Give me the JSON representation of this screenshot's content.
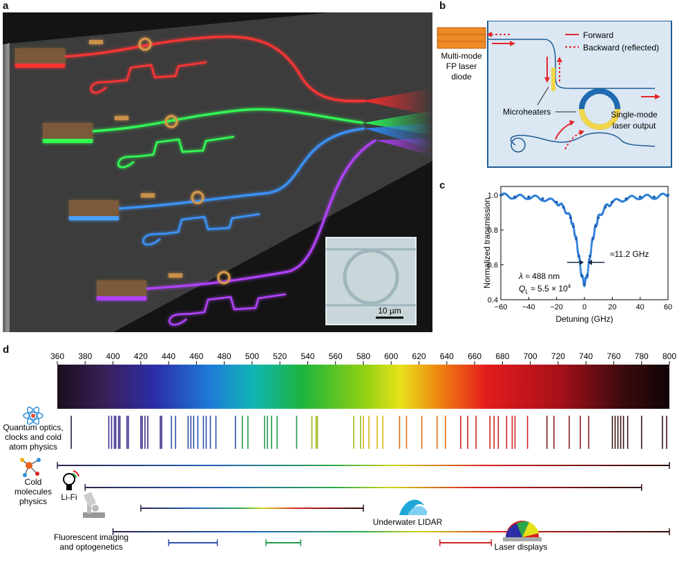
{
  "panels": {
    "a": "a",
    "b": "b",
    "c": "c",
    "d": "d"
  },
  "panel_a": {
    "scale_bar": "10 µm"
  },
  "panel_b": {
    "source_label_1": "Multi-mode",
    "source_label_2": "FP laser",
    "source_label_3": "diode",
    "legend_forward": "Forward",
    "legend_backward": "Backward (reflected)",
    "microheaters": "Microheaters",
    "output_1": "Single-mode",
    "output_2": "laser output",
    "colors": {
      "forward": "#e3262a",
      "panel_bg": "#dbe7f3",
      "border": "#1d5b93",
      "heater": "#f2d64a",
      "laser": "#f08a24"
    }
  },
  "chart_data": {
    "type": "scatter",
    "title": "",
    "xlabel": "Detuning (GHz)",
    "ylabel": "Normalized transmission",
    "xlim": [
      -60,
      60
    ],
    "ylim": [
      0.4,
      1.05
    ],
    "xticks": [
      "−60",
      "−40",
      "−20",
      "0",
      "20",
      "40",
      "60"
    ],
    "yticks": [
      "0.4",
      "0.6",
      "0.8",
      "1.0"
    ],
    "x": [
      -60,
      -50,
      -40,
      -30,
      -20,
      -15,
      -10,
      -8,
      -6,
      -4,
      -2,
      0,
      2,
      4,
      6,
      8,
      10,
      15,
      20,
      30,
      40,
      50,
      60
    ],
    "y": [
      1.0,
      0.99,
      0.99,
      0.98,
      0.96,
      0.93,
      0.87,
      0.82,
      0.75,
      0.65,
      0.54,
      0.49,
      0.54,
      0.65,
      0.75,
      0.82,
      0.87,
      0.93,
      0.96,
      0.98,
      0.99,
      0.99,
      1.0
    ],
    "annotations": {
      "fwhm": "≈11.2 GHz",
      "lambda_sym": "λ",
      "lambda_val": " ≈ 488 nm",
      "q_sym": "Q",
      "q_sub": "L",
      "q_val": " ≈ 5.5 × 10",
      "q_exp": "4"
    },
    "grid": false,
    "color": "#2f7fd8"
  },
  "spectrum": {
    "axis_min": 360,
    "axis_max": 800,
    "ticks": [
      "360",
      "380",
      "400",
      "420",
      "440",
      "460",
      "480",
      "500",
      "520",
      "540",
      "560",
      "580",
      "600",
      "620",
      "640",
      "660",
      "680",
      "700",
      "720",
      "740",
      "760",
      "780",
      "800"
    ],
    "lines_nm": [
      370,
      397,
      399,
      401,
      402,
      404,
      405,
      410,
      411,
      420,
      421,
      423,
      425,
      434,
      435,
      442,
      445,
      454,
      456,
      458,
      461,
      465,
      467,
      470,
      474,
      488,
      493,
      497,
      509,
      511,
      514,
      518,
      532,
      543,
      546,
      547,
      573,
      578,
      580,
      584,
      590,
      594,
      606,
      611,
      622,
      633,
      639,
      650,
      655,
      661,
      671,
      674,
      677,
      683,
      687,
      689,
      698,
      712,
      717,
      728,
      736,
      742,
      759,
      761,
      763,
      765,
      767,
      770,
      780,
      795,
      798
    ],
    "ranges": [
      {
        "label": "Cold molecules physics",
        "from": 360,
        "to": 800
      },
      {
        "label": "Li-Fi",
        "from": 380,
        "to": 780
      },
      {
        "label": "Underwater LIDAR",
        "from": 420,
        "to": 580
      },
      {
        "label": "Fluorescent imaging and optogenetics",
        "from": 400,
        "to": 800
      },
      {
        "label": "Laser displays (blue)",
        "from": 440,
        "to": 475
      },
      {
        "label": "Laser displays (green)",
        "from": 510,
        "to": 535
      },
      {
        "label": "Laser displays (red)",
        "from": 635,
        "to": 672
      }
    ]
  },
  "apps": {
    "quantum_1": "Quantum optics,",
    "quantum_2": "clocks and cold",
    "quantum_3": "atom physics",
    "cold_1": "Cold",
    "cold_2": "molecules",
    "cold_3": "physics",
    "lifi": "Li-Fi",
    "lidar": "Underwater LIDAR",
    "fluor_1": "Fluorescent imaging",
    "fluor_2": "and optogenetics",
    "displays": "Laser displays"
  }
}
